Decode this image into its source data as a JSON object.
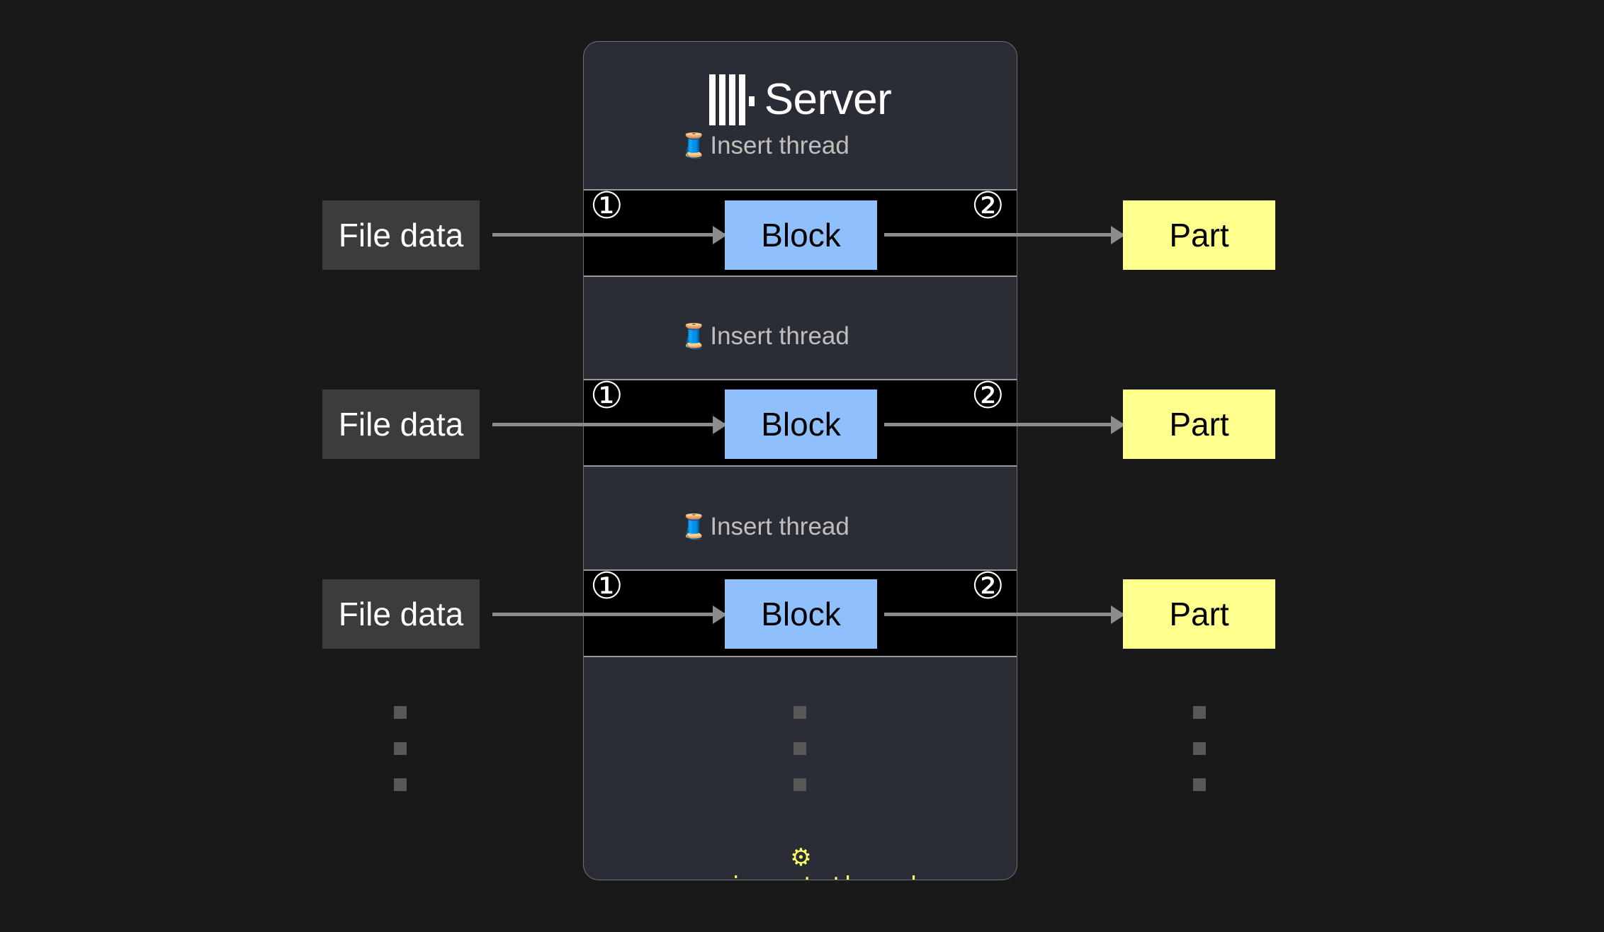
{
  "background_color": "#191919",
  "server": {
    "title": "Server",
    "logo_icon": "clickhouse-logo-icon",
    "card_color": "#2a2d35",
    "border_color": "#6e7179",
    "threads": [
      {
        "label": "Insert thread",
        "spool_icon": "🧵",
        "step_in": "①",
        "step_out": "②",
        "input_label": "File data",
        "block_label": "Block",
        "output_label": "Part"
      },
      {
        "label": "Insert thread",
        "spool_icon": "🧵",
        "step_in": "①",
        "step_out": "②",
        "input_label": "File data",
        "block_label": "Block",
        "output_label": "Part"
      },
      {
        "label": "Insert thread",
        "spool_icon": "🧵",
        "step_in": "①",
        "step_out": "②",
        "input_label": "File data",
        "block_label": "Block",
        "output_label": "Part"
      }
    ],
    "setting": {
      "gear_icon": "⚙",
      "name": "max_insert_threads",
      "color": "#ffff66"
    }
  },
  "colors": {
    "file_data_box": "#3c3c3c",
    "block_box": "#8fc0fd",
    "part_box": "#ffff8d",
    "arrow": "#8c8c8c",
    "thread_band": "#000000",
    "thread_band_border": "#9a9a9a",
    "ellipsis_dot": "#585858",
    "thread_label_text": "#bfbfbf"
  },
  "ellipsis": {
    "dot_count": 3
  }
}
